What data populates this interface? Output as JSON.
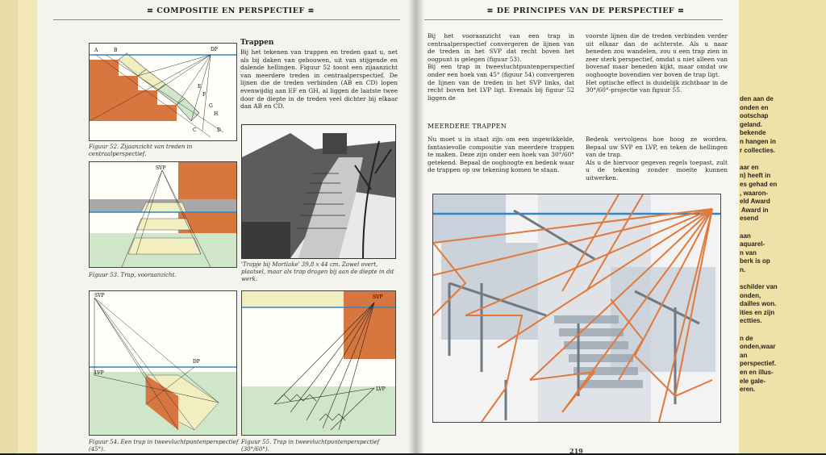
{
  "left_page": {
    "header": "COMPOSITIE EN PERSPECTIEF",
    "section_title": "Trappen",
    "body": "Bij het tekenen van trappen en treden gaat u, net als bij daken van gebouwen, uit van stijgende en dalende hellingen. Figuur 52 toont een zijaanzicht van meerdere treden in centraalperspectief. De lijnen die de treden verbinden (AB en CD) lopen evenwijdig aan EF en GH, al liggen de laatste twee door de diepte in de treden veel dichter bij elkaar dan AB en CD.",
    "fig52_caption": "Figuur 52. Zijaanzicht van treden in centraalperspectief.",
    "fig53_caption": "Figuur 53. Trap, vooraanzicht.",
    "fig54_caption": "Figuur 54. Een trap in tweevluchtpuntenperspectief (45°).",
    "fig55_caption": "Figuur 55. Trap in tweevluchtpuntenperspectief (30°/60°).",
    "etching_caption": "'Trapje bij Mortlake' 39,8 x 44 cm. Zowel overt, plaatsel, maar als trap dragen bij aan de diepte in dit werk.",
    "labels": {
      "dp": "DP",
      "svp": "SVP",
      "lvp": "LVP",
      "a": "A",
      "b": "B",
      "c": "C",
      "d": "D",
      "e": "E",
      "f": "F",
      "g": "G",
      "h": "H"
    }
  },
  "right_page": {
    "header": "DE PRINCIPES VAN DE PERSPECTIEF",
    "col1_top": "Bij het vooraanzicht van een trap in centraalperspectief convergeren de lijnen van de treden in het SVP dat recht boven het oogpunt is gelegen (figuur 53).\nBij een trap in tweevluchtpuntenperspectief onder een hoek van 45° (figuur 54) convergeren de lijnen van de treden in het SVP links, dat recht boven het LVP ligt. Evenals bij figuur 52 liggen de",
    "col2_top": "voorste lijnen die de treden verbinden verder uit elkaar dan de achterste. Als u naar beneden zou wandelen, zou u een trap zien in zeer sterk perspectief, omdat u niet alleen van bovenaf maar beneden kijkt, maar omdat uw ooghoogte bovendien ver boven de trap ligt.\nHet optische effect is duidelijk zichtbaar in de 30°/60°-projectie van figuur 55.",
    "subheading": "MEERDERE TRAPPEN",
    "col1_bottom": "Nu moet u in staat zijn om een ingewikkelde, fantasievolle compositie van meerdere trappen te maken. Deze zijn onder een hoek van 30°/60° getekend. Bepaal de ooghoogte en bedenk waar de trappen op uw tekening komen te staan.",
    "col2_bottom": "Bedenk vervolgens hoe hoog ze worden. Bepaal uw SVP en LVP, en teken de hellingen van de trap.\nAls u de hiervoor gegeven regels toepast, zult u de tekening zonder moeite kunnen uitwerken.",
    "page_number": "219"
  },
  "back_book": {
    "text": "den aan de\nonden en\nootschap\ngeland.\nbekende\nn hangen in\nr collecties.\n\naar en\nn) heeft in\nes gehad en\n, waaron-\neld Award\n Award in\nesend\n\naan\naquarel-\nn van\nberk is op\nn.\n\nschilder van\nonden,\ndailles won.\nities en zijn\nectties.\n\nn de\nonden,waar\nan\nperspectief.\nen en illus-\nele gale-\neren."
  },
  "colors": {
    "orange": "#d8763f",
    "orange_line": "#e07a3c",
    "blue_horizon": "#2f86c8",
    "pale_yellow": "#f1efc0",
    "pale_green": "#cfe6c8",
    "gray": "#a8a8a8"
  }
}
